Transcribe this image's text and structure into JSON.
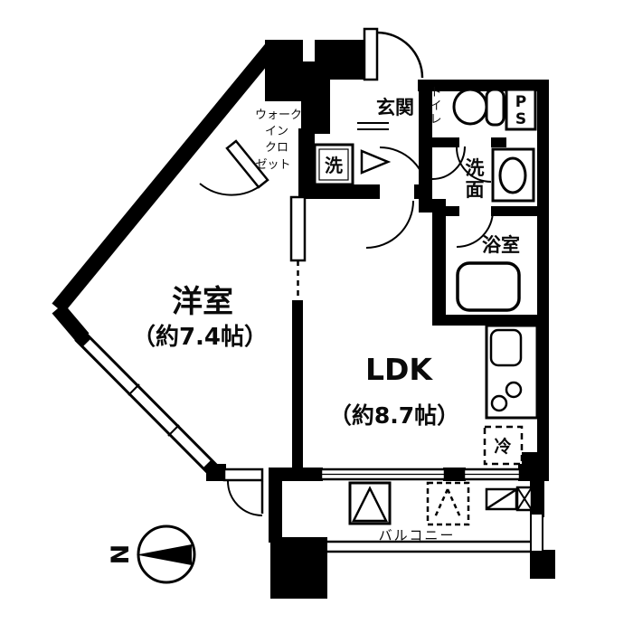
{
  "plan": {
    "colors": {
      "wall": "#000000",
      "background": "#ffffff"
    },
    "rooms": {
      "western_room": {
        "label": "洋室",
        "size": "（約7.4帖）"
      },
      "ldk": {
        "label": "LDK",
        "size": "（約8.7帖）"
      },
      "entrance": {
        "label": "玄関"
      },
      "toilet": {
        "label": "トイレ",
        "chars": [
          "ト",
          "イ",
          "レ"
        ]
      },
      "washroom": {
        "label": "洗面",
        "chars": [
          "洗",
          "面"
        ]
      },
      "bathroom": {
        "label": "浴室"
      },
      "walk_in_closet": {
        "label": "ウォークインクロゼット",
        "lines": [
          "ウォーク",
          "イン",
          "クロ",
          "ゼット"
        ]
      },
      "pipe_space": {
        "label": "PS",
        "chars": [
          "P",
          "S"
        ]
      },
      "balcony": {
        "label": "バルコニー"
      }
    },
    "fixtures": {
      "washing_machine": {
        "label": "洗"
      },
      "refrigerator": {
        "label": "冷"
      }
    },
    "compass": {
      "north_label": "N"
    }
  }
}
